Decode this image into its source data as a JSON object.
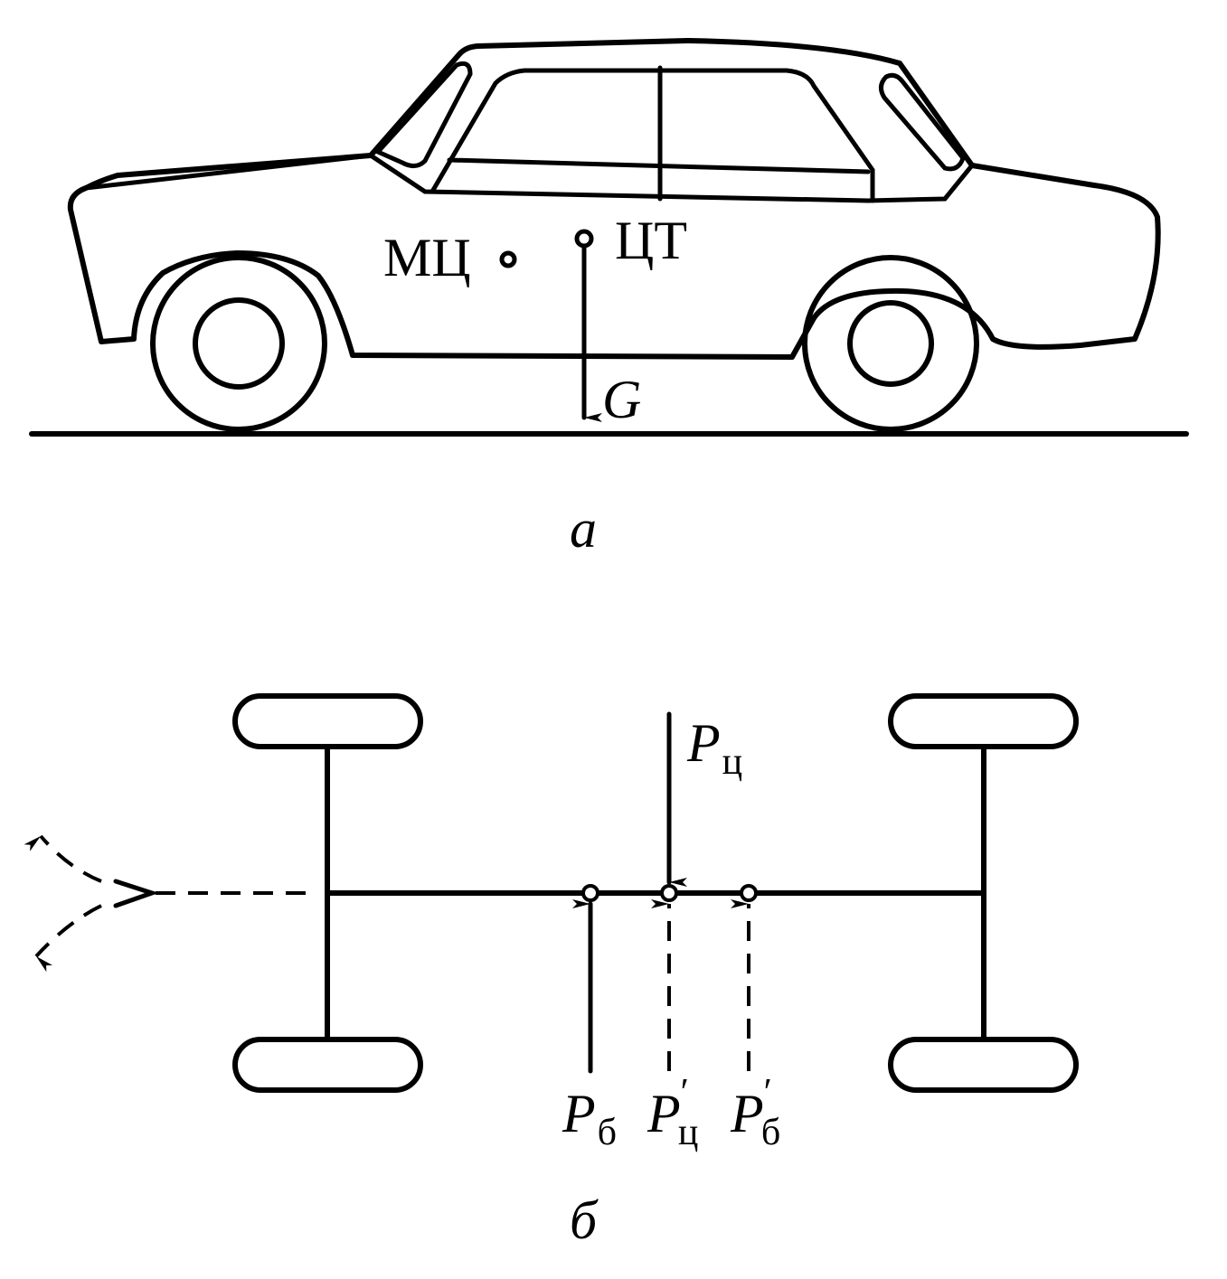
{
  "figure_a": {
    "instant_center_label": "МЦ",
    "center_of_gravity_label": "ЦТ",
    "weight_label": "G",
    "caption": "а"
  },
  "figure_b": {
    "centrifugal_force": {
      "main": "P",
      "sub": "ц"
    },
    "lateral_force": {
      "main": "P",
      "sub": "б"
    },
    "centrifugal_force_prime": {
      "main": "P",
      "sub": "ц",
      "prime": "′"
    },
    "lateral_force_prime": {
      "main": "P",
      "sub": "б",
      "prime": "′"
    },
    "caption": "б"
  }
}
